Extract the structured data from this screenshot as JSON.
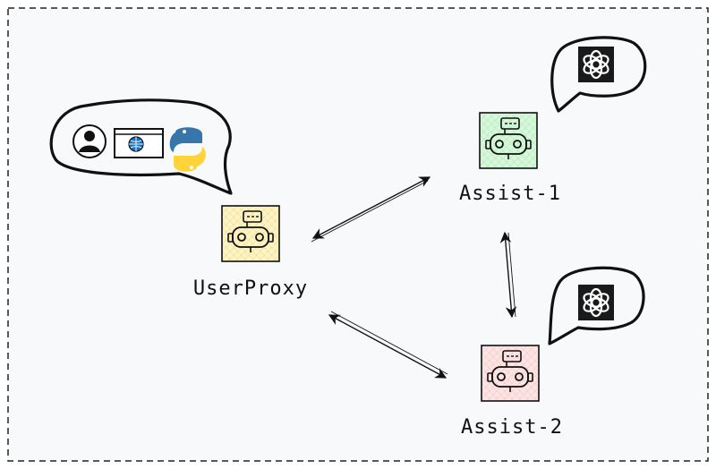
{
  "colors": {
    "background": "#f8f9fa",
    "stroke": "#111111",
    "userproxy_fill": "#fff3bf",
    "assist1_fill": "#d3f9d8",
    "assist2_fill": "#ffe3e3",
    "openai_bg": "#1a1a1a",
    "python_blue": "#3776ab",
    "python_yellow": "#ffd43b",
    "globe": "#1971c2"
  },
  "nodes": {
    "userproxy": {
      "label": "UserProxy",
      "icon": "robot-icon"
    },
    "assist1": {
      "label": "Assist-1",
      "icon": "robot-icon"
    },
    "assist2": {
      "label": "Assist-2",
      "icon": "robot-icon"
    }
  },
  "bubbles": {
    "userproxy": {
      "icons": [
        "user-icon",
        "browser-globe-icon",
        "python-icon"
      ]
    },
    "assist1": {
      "icons": [
        "openai-icon"
      ]
    },
    "assist2": {
      "icons": [
        "openai-icon"
      ]
    }
  },
  "edges": [
    {
      "from": "userproxy",
      "to": "assist1",
      "bidirectional": true
    },
    {
      "from": "userproxy",
      "to": "assist2",
      "bidirectional": true
    },
    {
      "from": "assist1",
      "to": "assist2",
      "bidirectional": true
    }
  ]
}
